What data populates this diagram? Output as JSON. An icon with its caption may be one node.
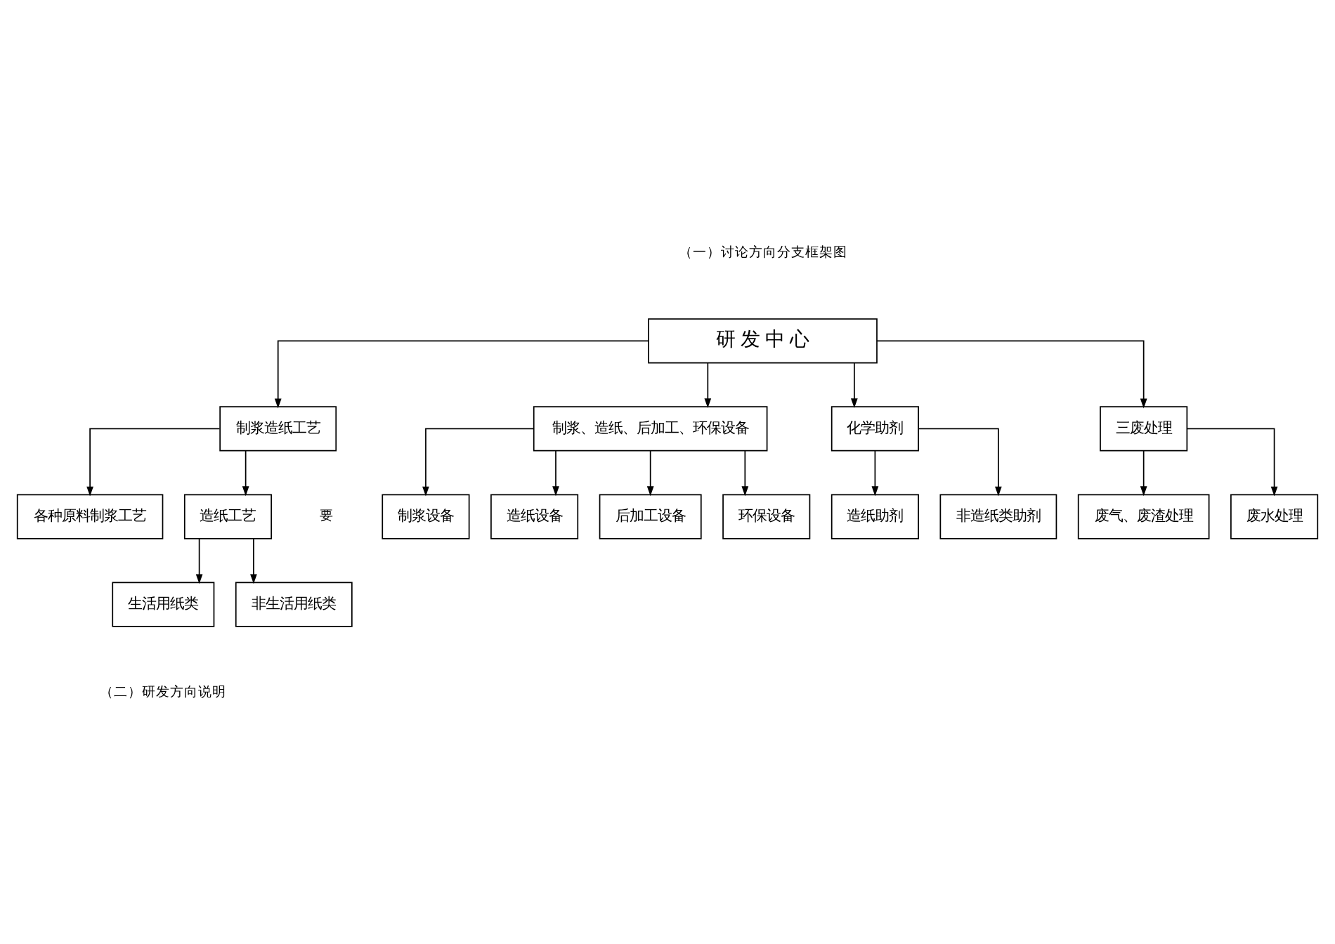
{
  "diagram": {
    "nodes": [
      {
        "text": [
          "研 发 中 心"
        ]
      },
      {
        "text": [
          "制浆造纸工艺"
        ]
      },
      {
        "text": [
          "制浆、造纸、后加工、环保设备"
        ]
      },
      {
        "text": [
          "化学助剂"
        ]
      },
      {
        "text": [
          "三废处理"
        ]
      },
      {
        "text": [
          "各种原料制浆工艺"
        ]
      },
      {
        "text": [
          "造纸工艺"
        ]
      },
      {
        "text": [
          "制浆设备"
        ]
      },
      {
        "text": [
          "造纸设备"
        ]
      },
      {
        "text": [
          "后加工设备"
        ]
      },
      {
        "text": [
          "环保设备"
        ]
      },
      {
        "text": [
          "造纸助剂"
        ]
      },
      {
        "text": [
          "非造纸类助剂"
        ]
      },
      {
        "text": [
          "废气、废渣处理"
        ]
      },
      {
        "text": [
          "废水处理"
        ]
      },
      {
        "text": [
          "生活用纸类"
        ]
      },
      {
        "text": [
          "非生活用纸类"
        ]
      }
    ],
    "edges": [
      {
        "from": 0,
        "to": 1,
        "arrow": "to"
      },
      {
        "from": 0,
        "to": 2,
        "arrow": "to"
      },
      {
        "from": 0,
        "to": 3,
        "arrow": "to"
      },
      {
        "from": 0,
        "to": 4,
        "arrow": "to"
      },
      {
        "from": 1,
        "to": 5,
        "arrow": "to"
      },
      {
        "from": 1,
        "to": 6,
        "arrow": "to"
      },
      {
        "from": 2,
        "to": 7,
        "arrow": "to"
      },
      {
        "from": 2,
        "to": 8,
        "arrow": "to"
      },
      {
        "from": 2,
        "to": 9,
        "arrow": "to"
      },
      {
        "from": 2,
        "to": 10,
        "arrow": "to"
      },
      {
        "from": 3,
        "to": 11,
        "arrow": "to"
      },
      {
        "from": 3,
        "to": 12,
        "arrow": "to"
      },
      {
        "from": 4,
        "to": 13,
        "arrow": "to"
      },
      {
        "from": 4,
        "to": 14,
        "arrow": "to"
      },
      {
        "from": 6,
        "to": 15,
        "arrow": "to"
      },
      {
        "from": 6,
        "to": 16,
        "arrow": "to"
      }
    ],
    "labels": [
      "（一）讨论方向分支框架图",
      "要",
      "（二）研发方向说明"
    ]
  }
}
